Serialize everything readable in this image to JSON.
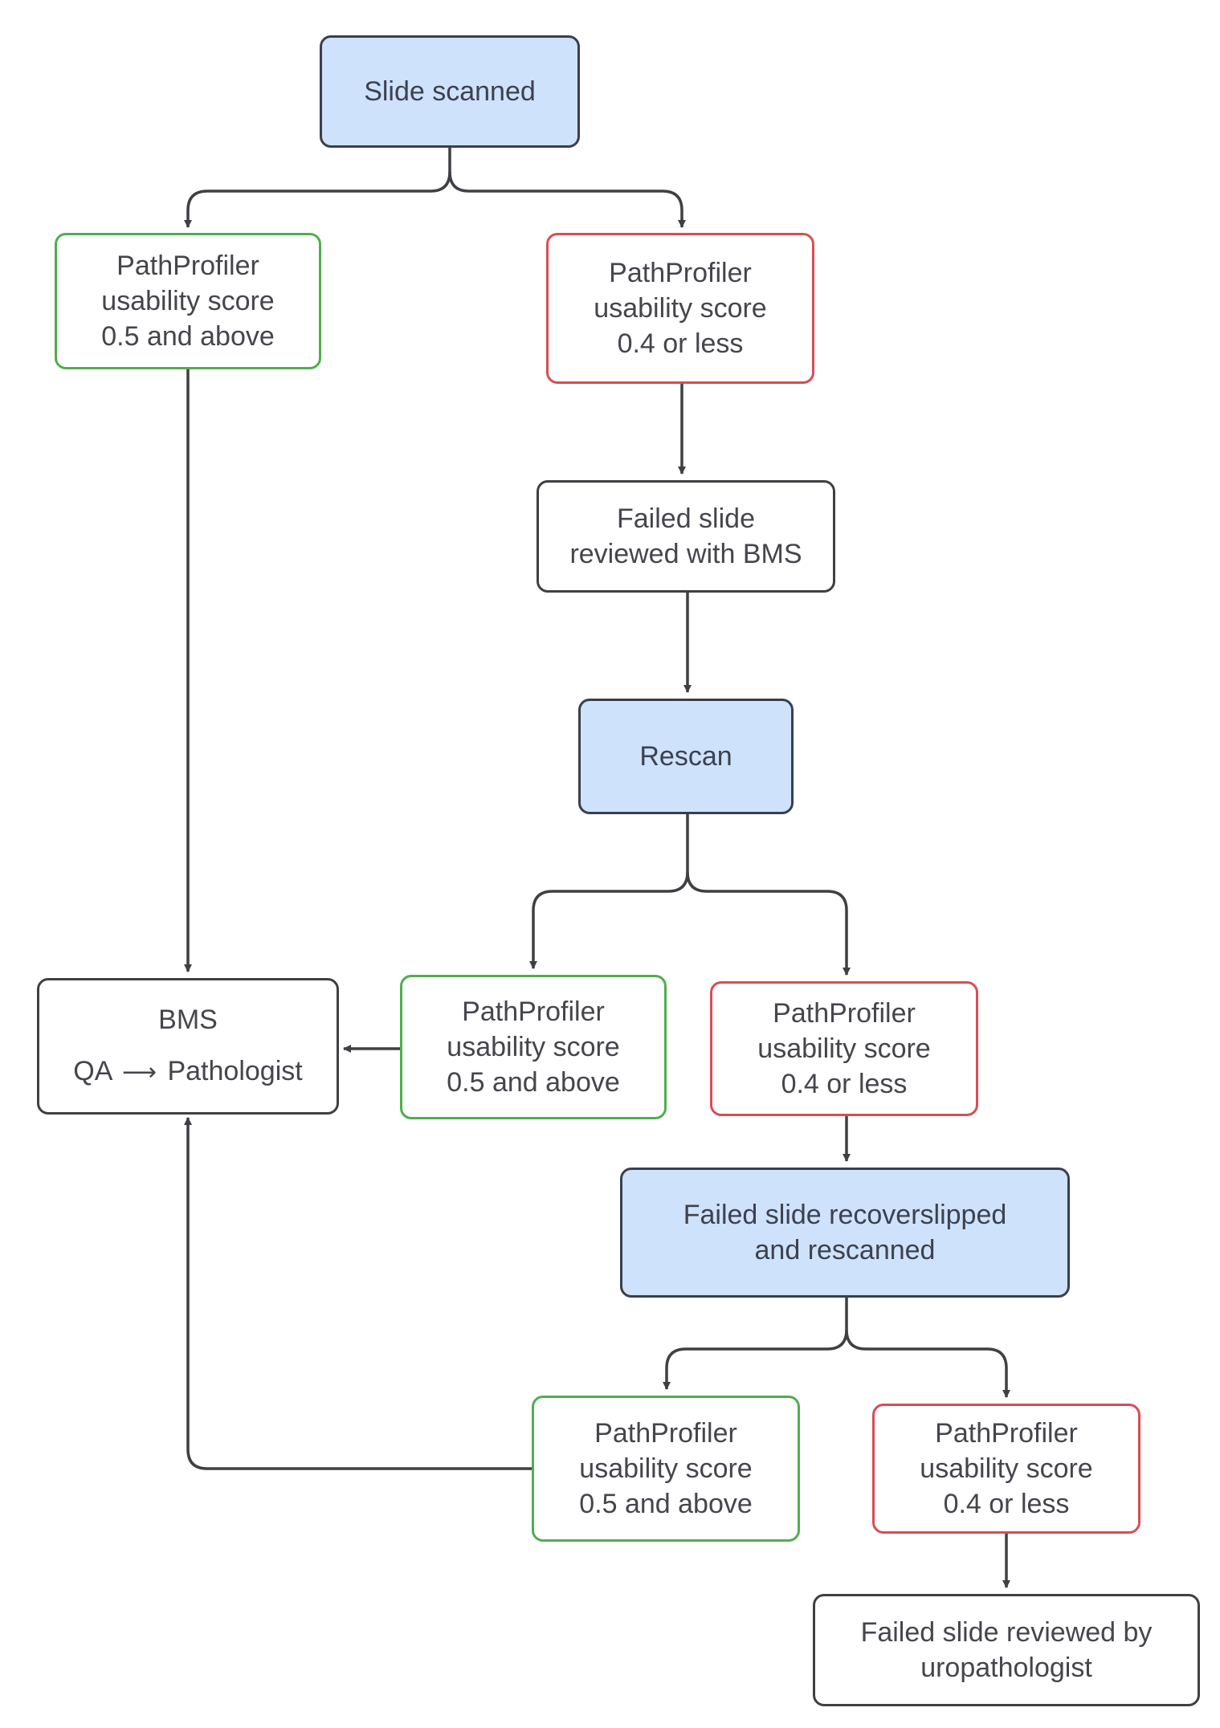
{
  "colors": {
    "process_fill": "#cfe2fb",
    "pass_border": "#4fae4f",
    "fail_border": "#d84d55",
    "neutral_border": "#3f3f44",
    "connector": "#3f3f44",
    "text": "#45454c"
  },
  "nodes": {
    "slide_scanned": {
      "lines": [
        "Slide scanned"
      ]
    },
    "pass_1": {
      "lines": [
        "PathProfiler",
        "usability score",
        "0.5 and above"
      ]
    },
    "fail_1": {
      "lines": [
        "PathProfiler",
        "usability score",
        "0.4 or less"
      ]
    },
    "review_bms": {
      "lines": [
        "Failed slide",
        "reviewed with BMS"
      ]
    },
    "rescan": {
      "lines": [
        "Rescan"
      ]
    },
    "bms_qa": {
      "title": "BMS",
      "left": "QA",
      "arrow": "⟶",
      "right": "Pathologist"
    },
    "pass_2": {
      "lines": [
        "PathProfiler",
        "usability score",
        "0.5 and above"
      ]
    },
    "fail_2": {
      "lines": [
        "PathProfiler",
        "usability score",
        "0.4 or less"
      ]
    },
    "recoverslipped": {
      "lines": [
        "Failed slide recoverslipped",
        "and rescanned"
      ]
    },
    "pass_3": {
      "lines": [
        "PathProfiler",
        "usability score",
        "0.5 and above"
      ]
    },
    "fail_3": {
      "lines": [
        "PathProfiler",
        "usability score",
        "0.4 or less"
      ]
    },
    "uropath": {
      "lines": [
        "Failed slide reviewed by",
        "uropathologist"
      ]
    }
  }
}
